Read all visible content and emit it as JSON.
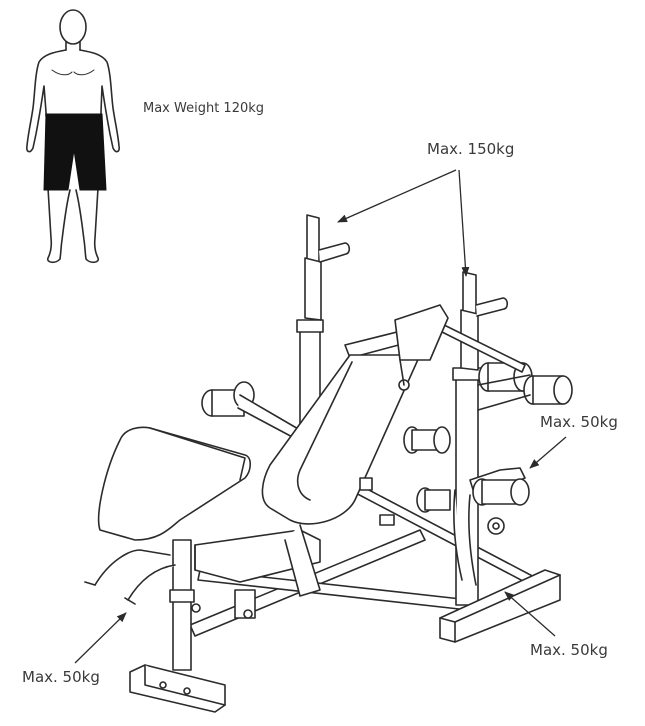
{
  "labels": {
    "max_user_weight": "Max Weight 120kg",
    "bar_rack_capacity": "Max. 150kg",
    "leg_developer_capacity": "Max. 50kg",
    "rear_peg_capacity": "Max. 50kg",
    "preacher_curl_capacity": "Max. 50kg"
  },
  "icons": {
    "person": "person-silhouette-icon",
    "bench": "weight-bench-drawing"
  },
  "colors": {
    "line": "#2b2b2b",
    "shorts": "#111111",
    "text": "#3a3a3a",
    "background": "#ffffff"
  }
}
